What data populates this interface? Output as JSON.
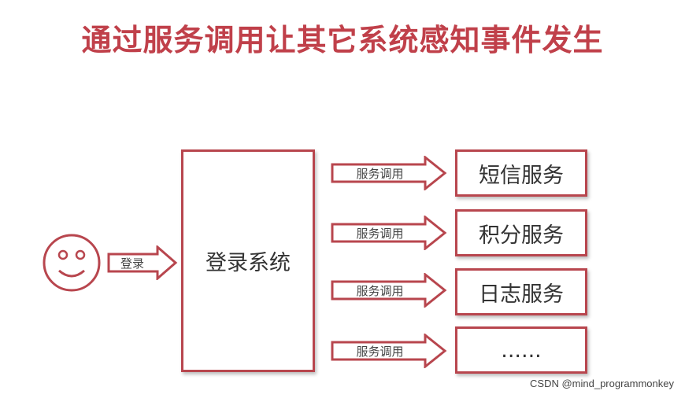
{
  "title": "通过服务调用让其它系统感知事件发生",
  "actor": {
    "icon": "smiley-face-icon"
  },
  "login_arrow": {
    "label": "登录"
  },
  "login_system": {
    "label": "登录系统"
  },
  "calls": [
    {
      "arrow_label": "服务调用",
      "service": "短信服务"
    },
    {
      "arrow_label": "服务调用",
      "service": "积分服务"
    },
    {
      "arrow_label": "服务调用",
      "service": "日志服务"
    },
    {
      "arrow_label": "服务调用",
      "service": "......"
    }
  ],
  "watermark": "CSDN @mind_programmonkey",
  "colors": {
    "accent": "#b8464e",
    "title": "#c0404a"
  }
}
